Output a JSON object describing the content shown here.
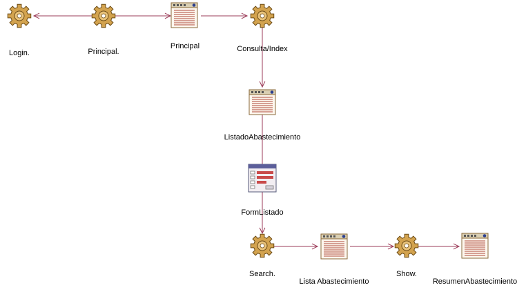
{
  "colors": {
    "connector": "#9b3b58",
    "gear_fill": "#d3a34f",
    "gear_stroke": "#6b4a14",
    "page_fill": "#fdf7ee",
    "page_header": "#d9cfb3",
    "page_border": "#8a6a3a",
    "page_lines": "#b04a3a",
    "form_header": "#5b5e9a",
    "form_field": "#c94a4a"
  },
  "nodes": [
    {
      "id": "login",
      "kind": "gear-icon",
      "label": "Login."
    },
    {
      "id": "principal-action",
      "kind": "gear-icon",
      "label": "Principal."
    },
    {
      "id": "principal-page",
      "kind": "page-icon",
      "label": "Principal"
    },
    {
      "id": "consulta-index",
      "kind": "gear-icon",
      "label": "Consulta/Index"
    },
    {
      "id": "listado-abastecimiento",
      "kind": "page-icon",
      "label": "ListadoAbastecimiento"
    },
    {
      "id": "form-listado",
      "kind": "form-icon",
      "label": "FormListado"
    },
    {
      "id": "search",
      "kind": "gear-icon",
      "label": "Search."
    },
    {
      "id": "lista-abastecimiento",
      "kind": "page-icon",
      "label": "Lista Abastecimiento"
    },
    {
      "id": "show",
      "kind": "gear-icon",
      "label": "Show."
    },
    {
      "id": "resumen-abastecimiento",
      "kind": "page-icon",
      "label": "ResumenAbastecimiento"
    }
  ],
  "edges": [
    {
      "from": "principal-action",
      "to": "login"
    },
    {
      "from": "principal-action",
      "to": "principal-page"
    },
    {
      "from": "principal-page",
      "to": "consulta-index"
    },
    {
      "from": "consulta-index",
      "to": "listado-abastecimiento"
    },
    {
      "from": "listado-abastecimiento",
      "to": "search"
    },
    {
      "from": "search",
      "to": "lista-abastecimiento"
    },
    {
      "from": "lista-abastecimiento",
      "to": "show"
    },
    {
      "from": "show",
      "to": "resumen-abastecimiento"
    }
  ]
}
